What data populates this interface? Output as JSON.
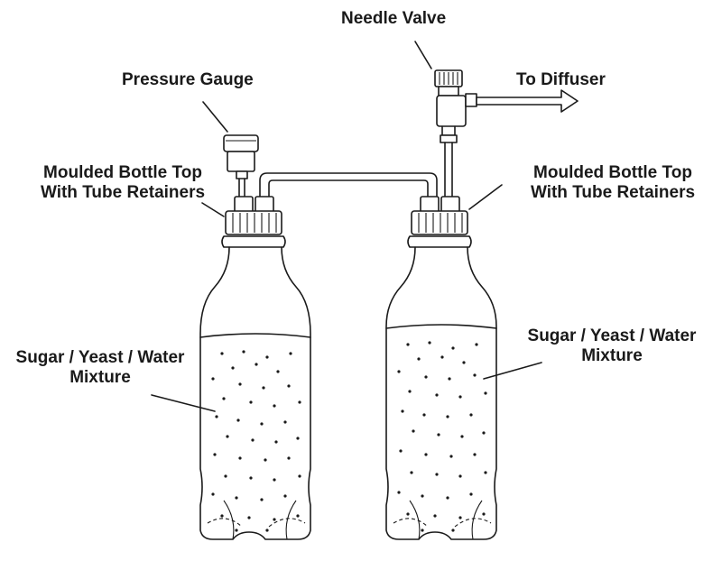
{
  "labels": {
    "needle_valve": "Needle Valve",
    "to_diffuser": "To Diffuser",
    "pressure_gauge": "Pressure Gauge",
    "bottle_top_left_1": "Moulded Bottle Top",
    "bottle_top_left_2": "With Tube Retainers",
    "bottle_top_right_1": "Moulded Bottle Top",
    "bottle_top_right_2": "With Tube Retainers",
    "mixture_left_1": "Sugar / Yeast / Water",
    "mixture_left_2": "Mixture",
    "mixture_right_1": "Sugar / Yeast / Water",
    "mixture_right_2": "Mixture"
  },
  "colors": {
    "ink": "#1a1a1a",
    "background": "#ffffff"
  }
}
